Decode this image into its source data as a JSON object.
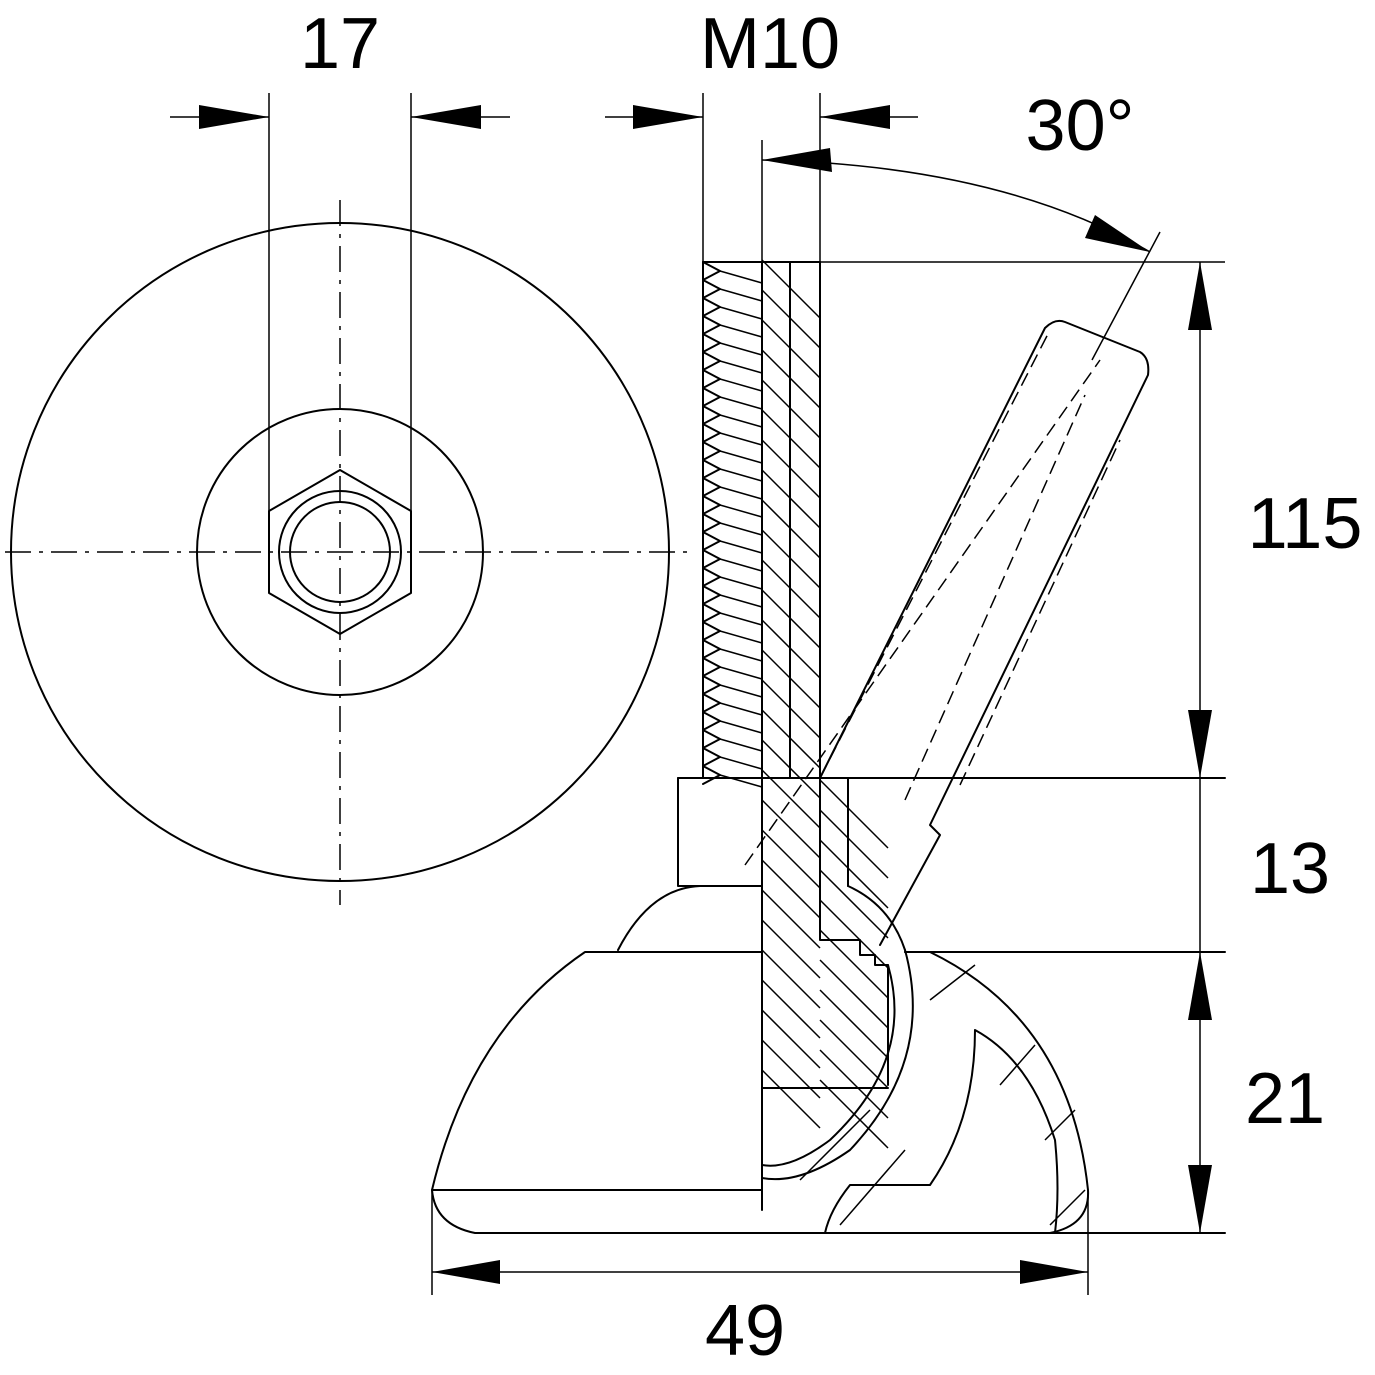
{
  "dimensions": {
    "hex_width": "17",
    "thread": "M10",
    "tilt_angle": "30°",
    "stud_length": "115",
    "nut_height": "13",
    "base_height": "21",
    "base_diameter": "49"
  },
  "colors": {
    "line": "#000000",
    "background": "#ffffff"
  }
}
